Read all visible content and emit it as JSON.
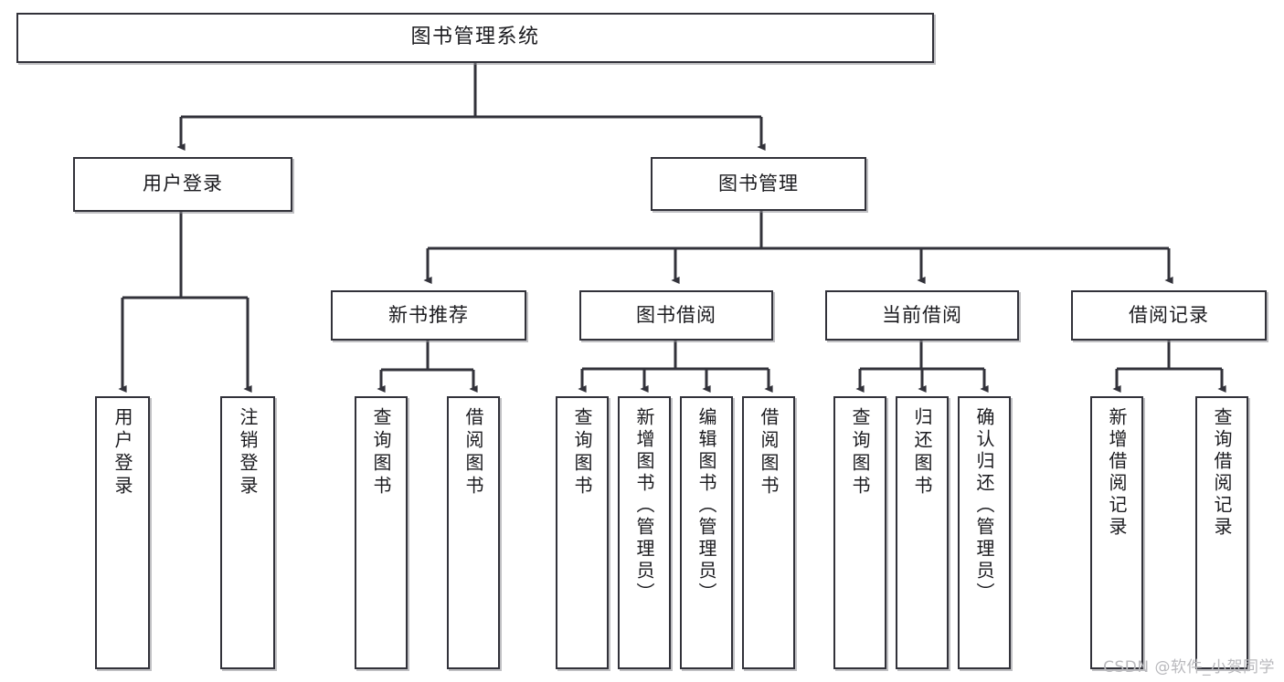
{
  "diagram": {
    "title": "图书管理系统",
    "type": "tree",
    "root": {
      "id": "root",
      "label": "图书管理系统"
    },
    "level2": [
      {
        "id": "user-login",
        "label": "用户登录"
      },
      {
        "id": "book-manage",
        "label": "图书管理"
      }
    ],
    "level3": [
      {
        "id": "new-book-recommend",
        "label": "新书推荐",
        "parent": "book-manage"
      },
      {
        "id": "book-borrow",
        "label": "图书借阅",
        "parent": "book-manage"
      },
      {
        "id": "current-borrow",
        "label": "当前借阅",
        "parent": "book-manage"
      },
      {
        "id": "borrow-record",
        "label": "借阅记录",
        "parent": "book-manage"
      }
    ],
    "leaves": [
      {
        "id": "leaf-user-login",
        "label": "用户登录",
        "parent": "user-login"
      },
      {
        "id": "leaf-user-logout",
        "label": "注销登录",
        "parent": "user-login"
      },
      {
        "id": "leaf-query-book-1",
        "label": "查询图书",
        "parent": "new-book-recommend"
      },
      {
        "id": "leaf-borrow-book-1",
        "label": "借阅图书",
        "parent": "new-book-recommend"
      },
      {
        "id": "leaf-query-book-2",
        "label": "查询图书",
        "parent": "book-borrow"
      },
      {
        "id": "leaf-add-book",
        "label": "新增图书（管理员）",
        "parent": "book-borrow"
      },
      {
        "id": "leaf-edit-book",
        "label": "编辑图书（管理员）",
        "parent": "book-borrow"
      },
      {
        "id": "leaf-borrow-book-2",
        "label": "借阅图书",
        "parent": "book-borrow"
      },
      {
        "id": "leaf-query-book-3",
        "label": "查询图书",
        "parent": "current-borrow"
      },
      {
        "id": "leaf-return-book",
        "label": "归还图书",
        "parent": "current-borrow"
      },
      {
        "id": "leaf-confirm-return",
        "label": "确认归还（管理员）",
        "parent": "current-borrow"
      },
      {
        "id": "leaf-add-record",
        "label": "新增借阅记录",
        "parent": "borrow-record"
      },
      {
        "id": "leaf-query-record",
        "label": "查询借阅记录",
        "parent": "borrow-record"
      }
    ]
  },
  "watermark": {
    "text": "CSDN @软件_小贺同学"
  },
  "colors": {
    "node_border": "#32323a",
    "node_fill": "#ffffff",
    "edge": "#32323a",
    "text": "#1b1b1f",
    "watermark": "#b9b9bd",
    "shadow": "#8c8c92"
  }
}
